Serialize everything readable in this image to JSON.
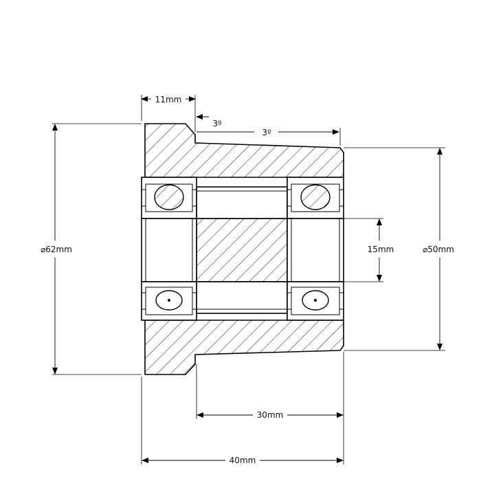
{
  "diagram": {
    "dimensions": {
      "flange_width": "11mm",
      "taper_angle_left": "3º",
      "taper_angle_right": "3º",
      "outer_diameter": "⌀62mm",
      "hub_diameter": "⌀50mm",
      "bore_diameter": "15mm",
      "hub_length": "30mm",
      "overall_length": "40mm"
    },
    "colors": {
      "line": "#000000",
      "background": "#ffffff"
    }
  }
}
